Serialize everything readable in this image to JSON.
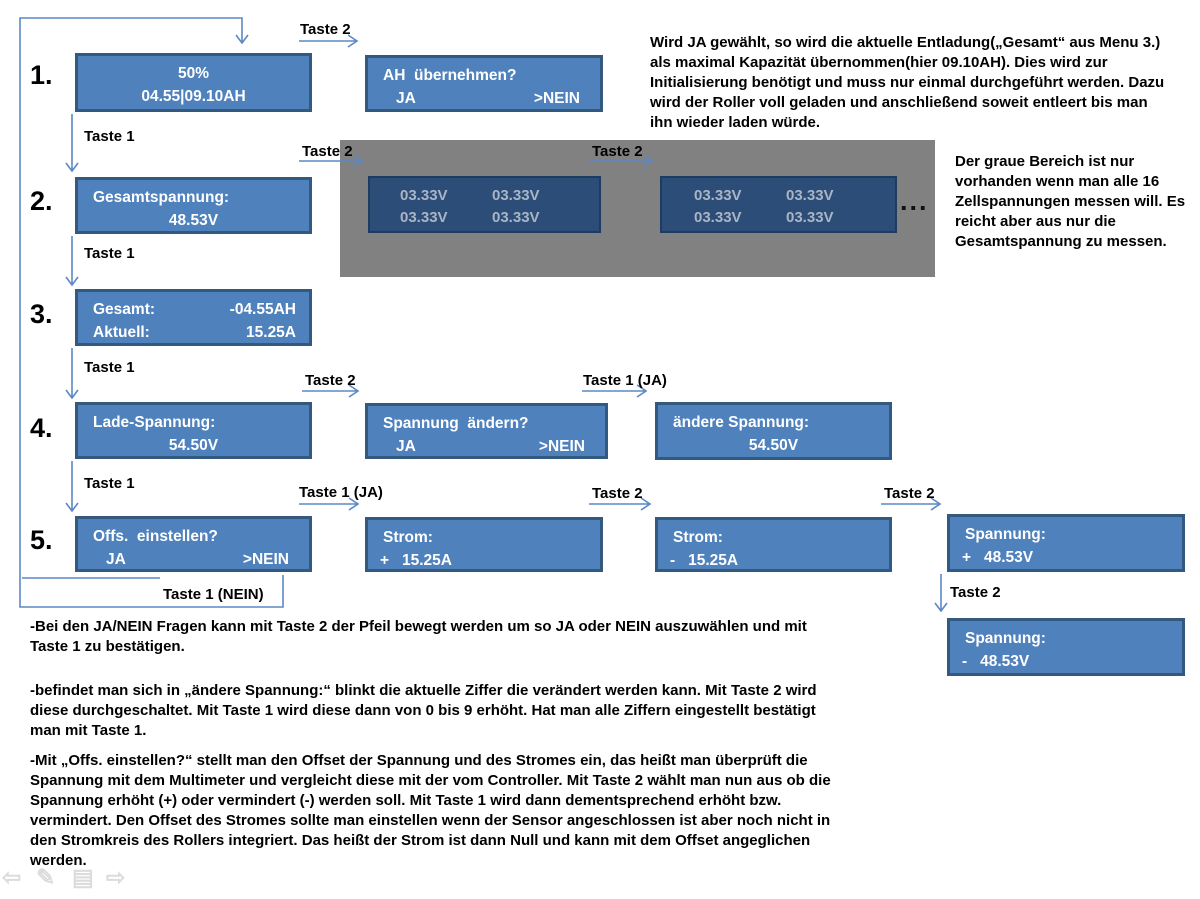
{
  "steps": [
    "1.",
    "2.",
    "3.",
    "4.",
    "5."
  ],
  "labels": {
    "taste1": "Taste 1",
    "taste2": "Taste 2",
    "taste1_ja": "Taste 1 (JA)",
    "taste1_nein": "Taste 1 (NEIN)"
  },
  "screens": {
    "soc": {
      "line1": "50%",
      "line2": "04.55|09.10AH"
    },
    "ah_confirm": {
      "title": "AH  übernehmen?",
      "yes": "JA",
      "no": ">NEIN"
    },
    "total_voltage": {
      "title": "Gesamtspannung:",
      "value": "48.53V"
    },
    "cells_a": {
      "c1": "03.33V",
      "c2": "03.33V",
      "c3": "03.33V",
      "c4": "03.33V"
    },
    "cells_b": {
      "c1": "03.33V",
      "c2": "03.33V",
      "c3": "03.33V",
      "c4": "03.33V"
    },
    "ellipsis": "...",
    "totals": {
      "l1": "Gesamt:",
      "v1": "-04.55AH",
      "l2": "Aktuell:",
      "v2": "15.25A"
    },
    "charge_voltage": {
      "title": "Lade-Spannung:",
      "value": "54.50V"
    },
    "change_voltage_confirm": {
      "title": "Spannung  ändern?",
      "yes": "JA",
      "no": ">NEIN"
    },
    "change_voltage": {
      "title": "ändere Spannung:",
      "value": "54.50V"
    },
    "offset_confirm": {
      "title": "Offs.  einstellen?",
      "yes": "JA",
      "no": ">NEIN"
    },
    "current_plus": {
      "title": "Strom:",
      "value": "+   15.25A"
    },
    "current_minus": {
      "title": "Strom:",
      "value": "-   15.25A"
    },
    "voltage_plus": {
      "title": "Spannung:",
      "value": "+   48.53V"
    },
    "voltage_minus": {
      "title": "Spannung:",
      "value": "-   48.53V"
    }
  },
  "notes": {
    "top_right": "Wird JA gewählt, so wird die aktuelle Entladung(„Gesamt“ aus Menu 3.) als maximal Kapazität übernommen(hier 09.10AH). Dies wird zur Initialisierung benötigt und muss nur einmal durchgeführt werden. Dazu wird der Roller voll geladen und anschließend soweit entleert bis man ihn wieder laden würde.",
    "gray_note": "Der graue Bereich ist nur vorhanden wenn man alle 16 Zellspannungen messen will. Es reicht aber aus nur die Gesamtspannung zu messen.",
    "p1": "-Bei den JA/NEIN Fragen kann mit Taste 2 der Pfeil bewegt werden um so JA oder NEIN auszuwählen und mit Taste 1 zu bestätigen.",
    "p2": "-befindet man sich in „ändere Spannung:“ blinkt die aktuelle Ziffer die verändert werden kann. Mit Taste 2 wird diese durchgeschaltet. Mit Taste 1 wird diese dann von 0 bis 9 erhöht. Hat man alle Ziffern eingestellt bestätigt man mit Taste 1.",
    "p3": "-Mit „Offs.  einstellen?“ stellt man den Offset der Spannung und des Stromes ein, das heißt man überprüft die Spannung mit dem Multimeter und vergleicht diese mit der vom Controller. Mit Taste 2 wählt man nun aus ob die Spannung erhöht (+) oder vermindert (-) werden soll. Mit Taste 1 wird  dann dementsprechend erhöht bzw. vermindert. Den Offset des Stromes sollte man einstellen wenn der Sensor angeschlossen ist aber noch nicht in den Stromkreis des Rollers integriert. Das heißt der Strom ist dann Null und kann mit dem Offset angeglichen werden."
  },
  "icons": {
    "back": "⇦",
    "edit": "✎",
    "pages": "▤",
    "forward": "⇨"
  },
  "palette": {
    "box_fill": "#4f81bd",
    "box_border": "#34597f",
    "cell_fill": "#2c4d77",
    "cell_border": "#1e3c62",
    "cell_text": "#a9b5c5",
    "gray_panel": "#818181",
    "connector": "#5c88c4"
  }
}
